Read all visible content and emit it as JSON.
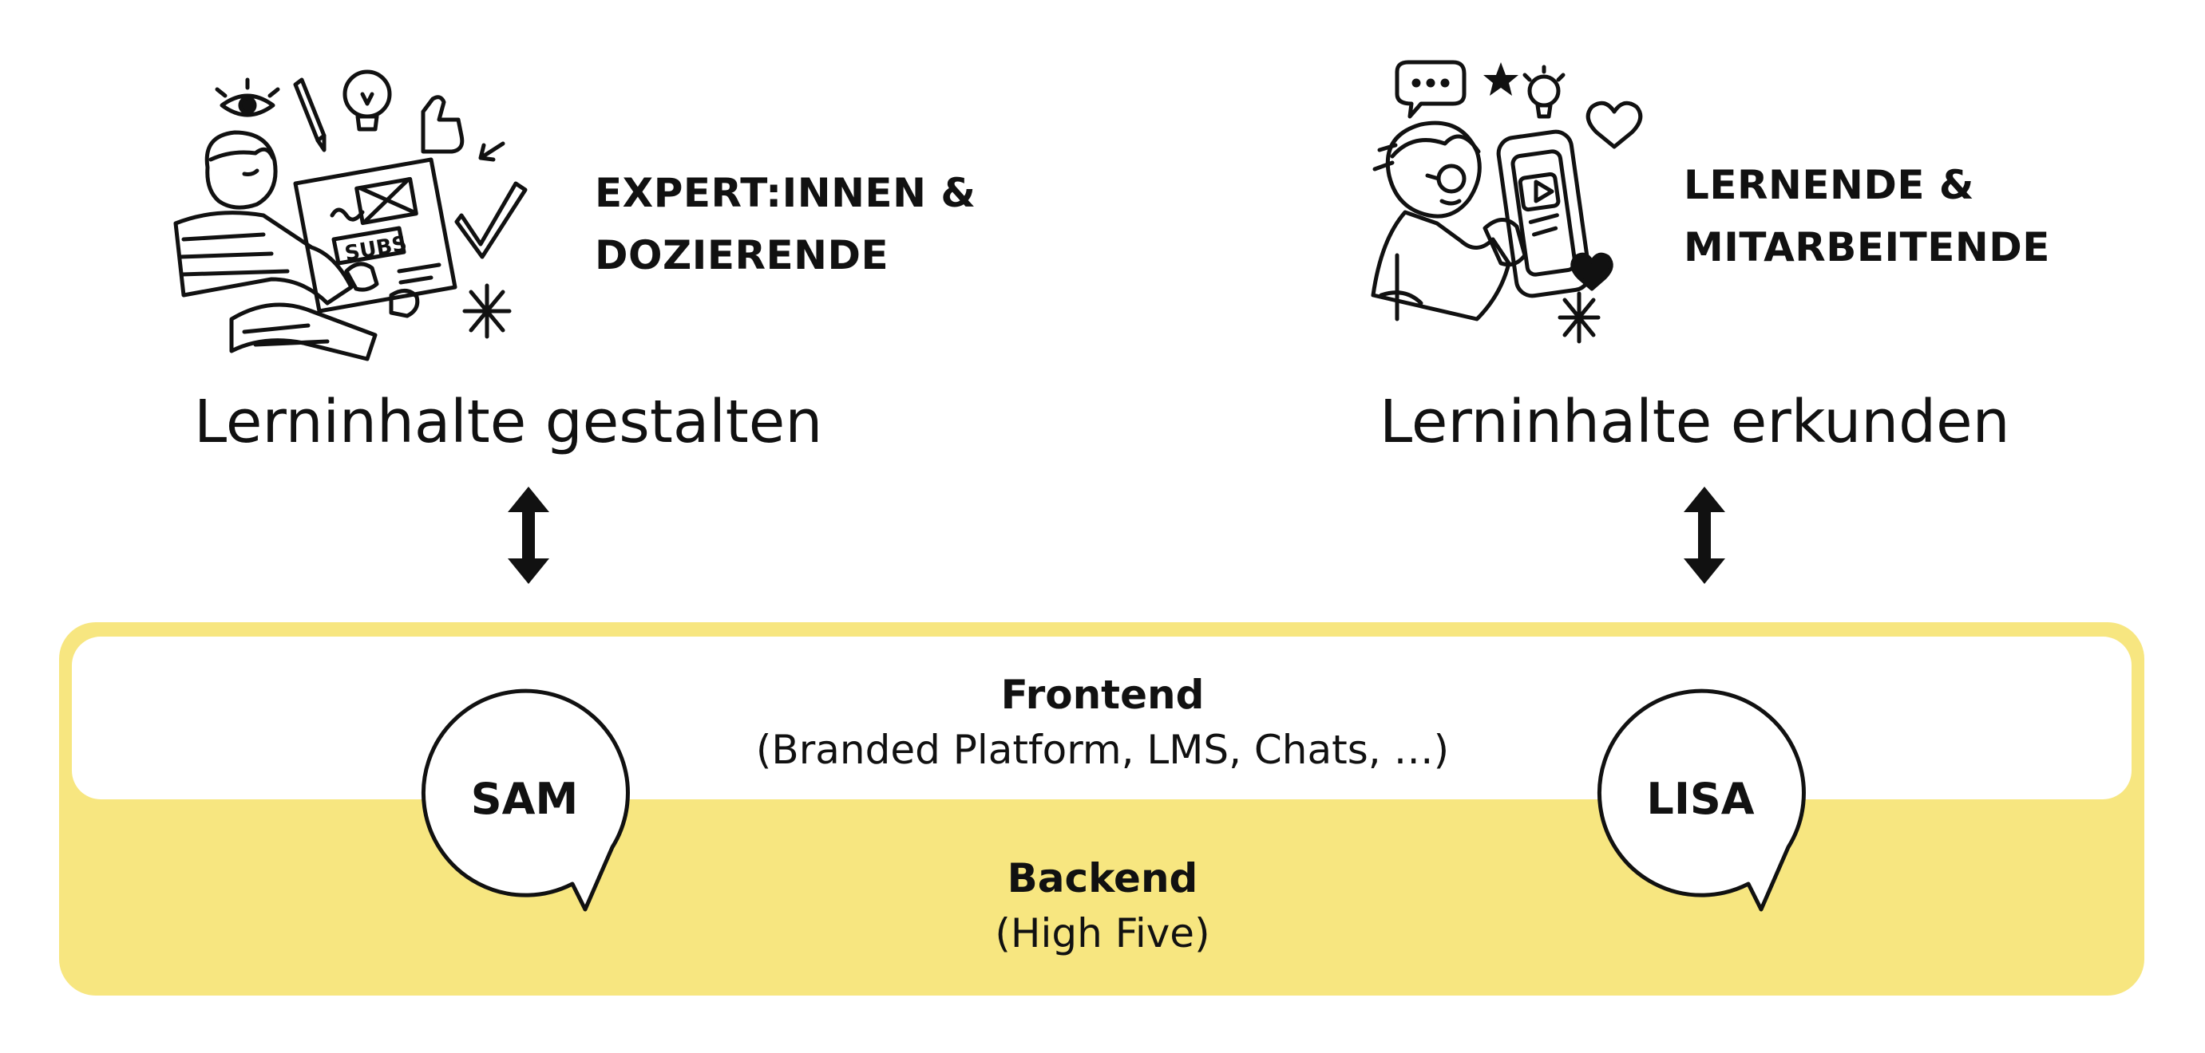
{
  "left_column": {
    "role": [
      "EXPERT:INNEN &",
      "DOZIERENDE"
    ],
    "action": "Lerninhalte gestalten",
    "illustration_icon": "designer-sketch-icon"
  },
  "right_column": {
    "role": [
      "LERNENDE &",
      "MITARBEITENDE"
    ],
    "action": "Lerninhalte erkunden",
    "illustration_icon": "learner-phone-sketch-icon"
  },
  "frontend": {
    "title": "Frontend",
    "subtitle": "(Branded Platform, LMS, Chats, …)"
  },
  "backend": {
    "title": "Backend",
    "subtitle": "(High Five)"
  },
  "bubbles": {
    "left": "SAM",
    "right": "LISA"
  },
  "colors": {
    "backend_yellow": "#f7e680",
    "frontend_white": "#ffffff",
    "ink": "#111111"
  }
}
